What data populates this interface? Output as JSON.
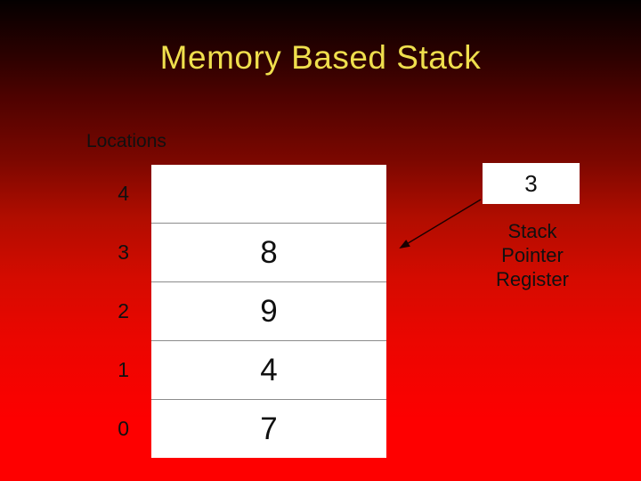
{
  "slide": {
    "title": "Memory Based Stack"
  },
  "stack": {
    "label": "Locations",
    "rows": [
      {
        "location": "4",
        "value": ""
      },
      {
        "location": "3",
        "value": "8"
      },
      {
        "location": "2",
        "value": "9"
      },
      {
        "location": "1",
        "value": "4"
      },
      {
        "location": "0",
        "value": "7"
      }
    ]
  },
  "register": {
    "value": "3",
    "label": "Stack Pointer Register"
  },
  "colors": {
    "background_top": "#000000",
    "background_bottom": "#FF0000",
    "title_text": "#EFDF4D",
    "box_fill": "#FFFFFF",
    "divider": "#8C8C8C",
    "body_text": "#000000",
    "arrow": "#1A0000"
  }
}
